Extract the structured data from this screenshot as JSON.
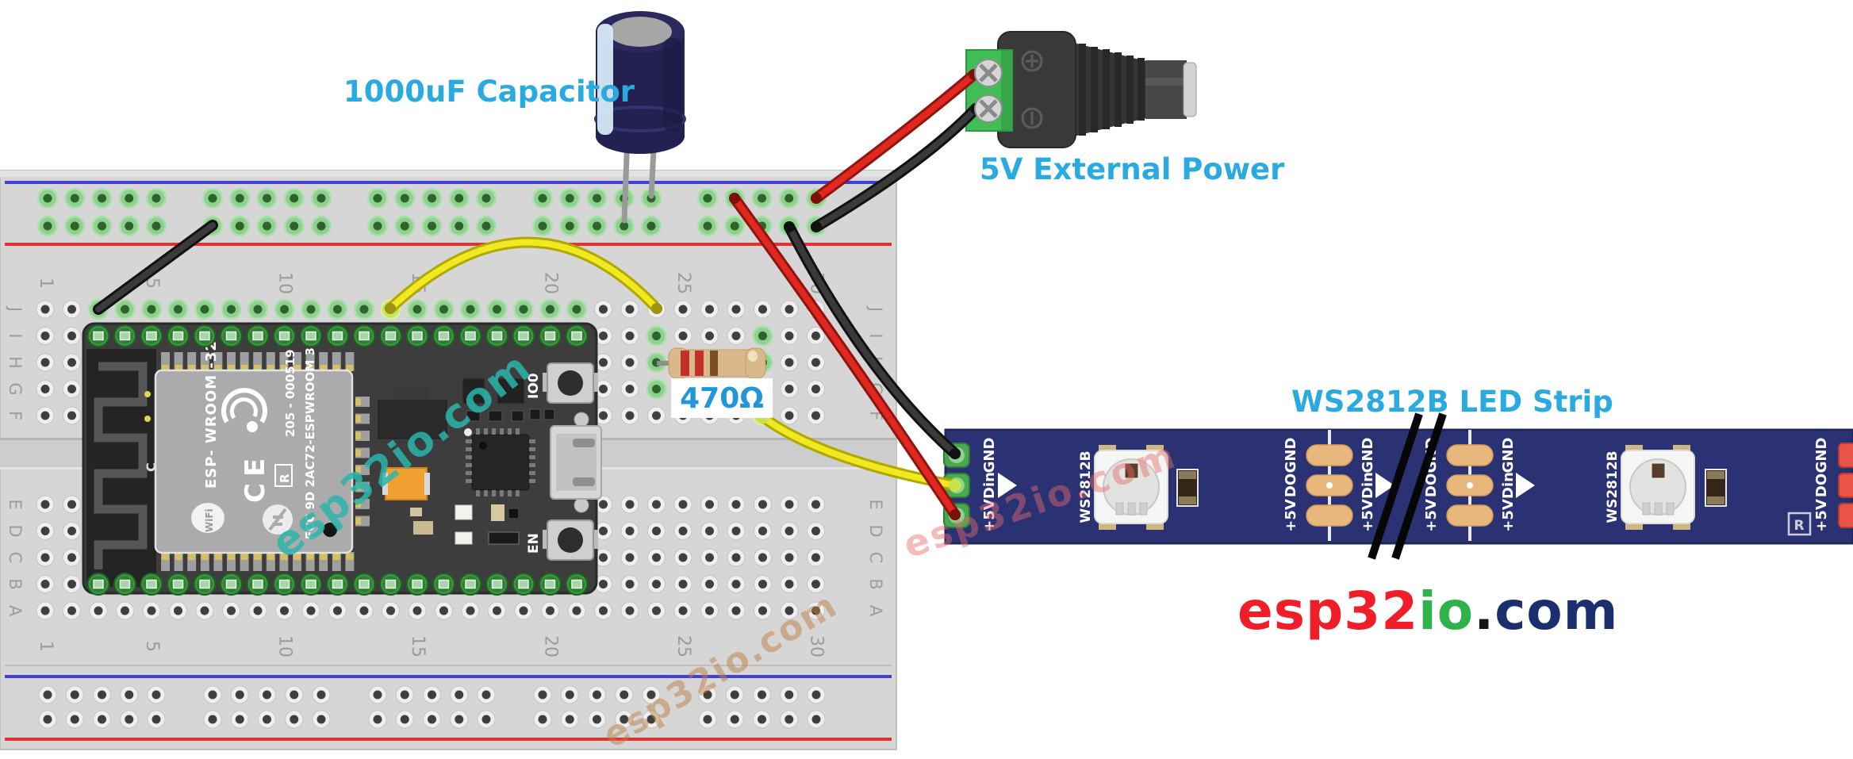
{
  "diagram_labels": {
    "capacitor": "1000uF Capacitor",
    "power": "5V External Power",
    "resistor": "470Ω",
    "led_strip": "WS2812B LED Strip"
  },
  "logo": {
    "seg1": "esp32",
    "seg2": "io",
    "seg3": ".",
    "seg4": "com"
  },
  "colors": {
    "label_cyan": "#29abe2",
    "logo_red": "#f01e28",
    "logo_green": "#2eb34a",
    "logo_dot": "#15151f",
    "logo_navy": "#1b2f6e",
    "wire_red": "#d42a20",
    "wire_black": "#2b2b2b",
    "wire_yellow": "#f0e820",
    "strip_navy": "#2b3274",
    "breadboard_gray": "#d6d6d6"
  },
  "watermarks": [
    {
      "text": "esp32io.com",
      "color": "#2ab5ac",
      "opacity": 0.85
    },
    {
      "text": "esp32io.com",
      "color": "#bd8046",
      "opacity": 0.5
    },
    {
      "text": "esp32io.com",
      "color": "#e66a6a",
      "opacity": 0.45
    }
  ],
  "breadboard": {
    "row_letters": [
      "J",
      "I",
      "H",
      "G",
      "F",
      "E",
      "D",
      "C",
      "B",
      "A"
    ],
    "col_numbers": [
      "1",
      "5",
      "10",
      "15",
      "20",
      "25",
      "30"
    ]
  },
  "esp32_board": {
    "module_name": "ESP- WROOM -32",
    "cert_number": "205 - 000519",
    "fcc_text": "FCC 9D 2AC72-ESPWROOM 32",
    "ce_mark": "CE",
    "r_mark": "R",
    "c_mark": "C",
    "wifi_logo": "WiFi",
    "button_top": "IO0",
    "button_bottom": "EN"
  },
  "led_strip": {
    "chip_label": "WS2812B",
    "input_pins": [
      "GND",
      "Din",
      "+5V"
    ],
    "output_pins": [
      "GND",
      "DO",
      "+5V"
    ],
    "reg_mark": "R"
  }
}
